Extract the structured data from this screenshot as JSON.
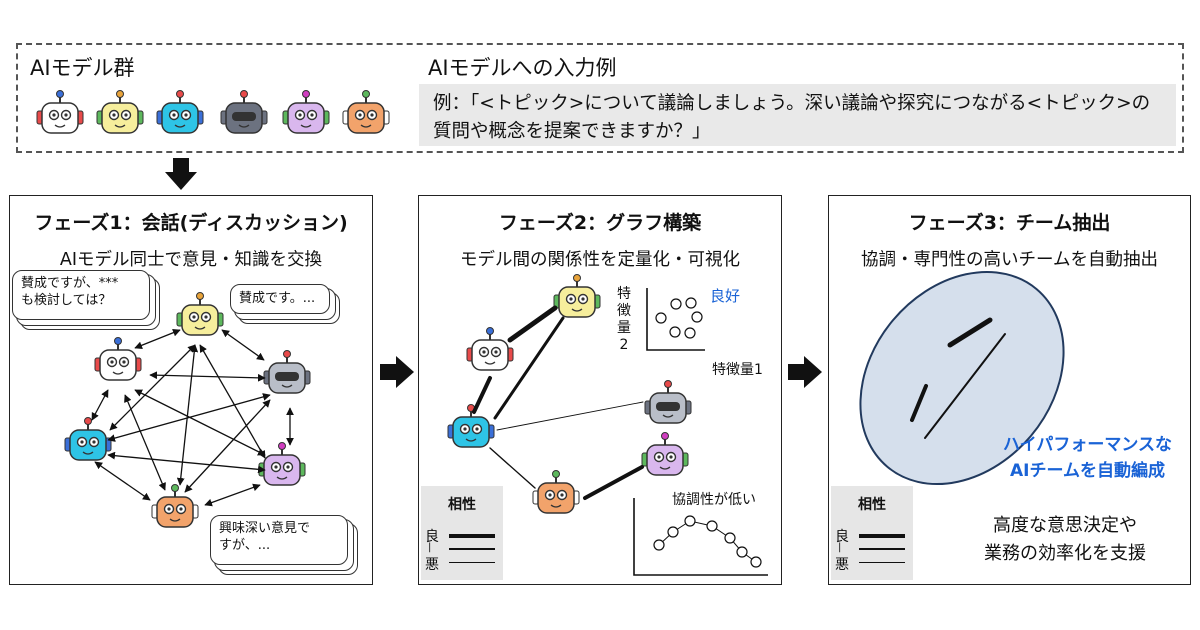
{
  "top": {
    "models_title": "AIモデル群",
    "input_title": "AIモデルへの入力例",
    "prompt_line1": "例：「<トピック>について議論しましょう。深い議論や探究につながる<トピック>の",
    "prompt_line2": "質問や概念を提案できますか？」"
  },
  "phase1": {
    "title": "フェーズ1：会話(ディスカッション)",
    "subtitle": "AIモデル同士で意見・知識を交換",
    "bubble_left_line1": "賛成ですが、***",
    "bubble_left_line2": "も検討しては？",
    "bubble_right": "賛成です。...",
    "bubble_bottom_line1": "興味深い意見で",
    "bubble_bottom_line2": "すが、..."
  },
  "phase2": {
    "title": "フェーズ2：グラフ構築",
    "subtitle": "モデル間の関係性を定量化・可視化",
    "good_label": "良好",
    "feature_y_1": "特",
    "feature_y_2": "徴",
    "feature_y_3": "量",
    "feature_y_4": "2",
    "feature_x": "特徴量1",
    "low_label": "協調性が低い",
    "legend_title": "相性",
    "legend_good": "良",
    "legend_bad": "悪"
  },
  "phase3": {
    "title": "フェーズ3：チーム抽出",
    "subtitle": "協調・専門性の高いチームを自動抽出",
    "team_line1": "ハイパフォーマンスな",
    "team_line2": "AIチームを自動編成",
    "support_line1": "高度な意思決定や",
    "support_line2": "業務の効率化を支援",
    "legend_title": "相性",
    "legend_good": "良",
    "legend_bad": "悪"
  },
  "colors": {
    "robot_red": "#e84a4a",
    "robot_yellow": "#f6ee9c",
    "robot_cyan": "#2ec4e6",
    "robot_gray": "#6c7280",
    "robot_purple": "#d9b7ee",
    "robot_orange": "#f2a36b",
    "accent_blue": "#1a63d6",
    "team_fill": "#d5dfec"
  }
}
